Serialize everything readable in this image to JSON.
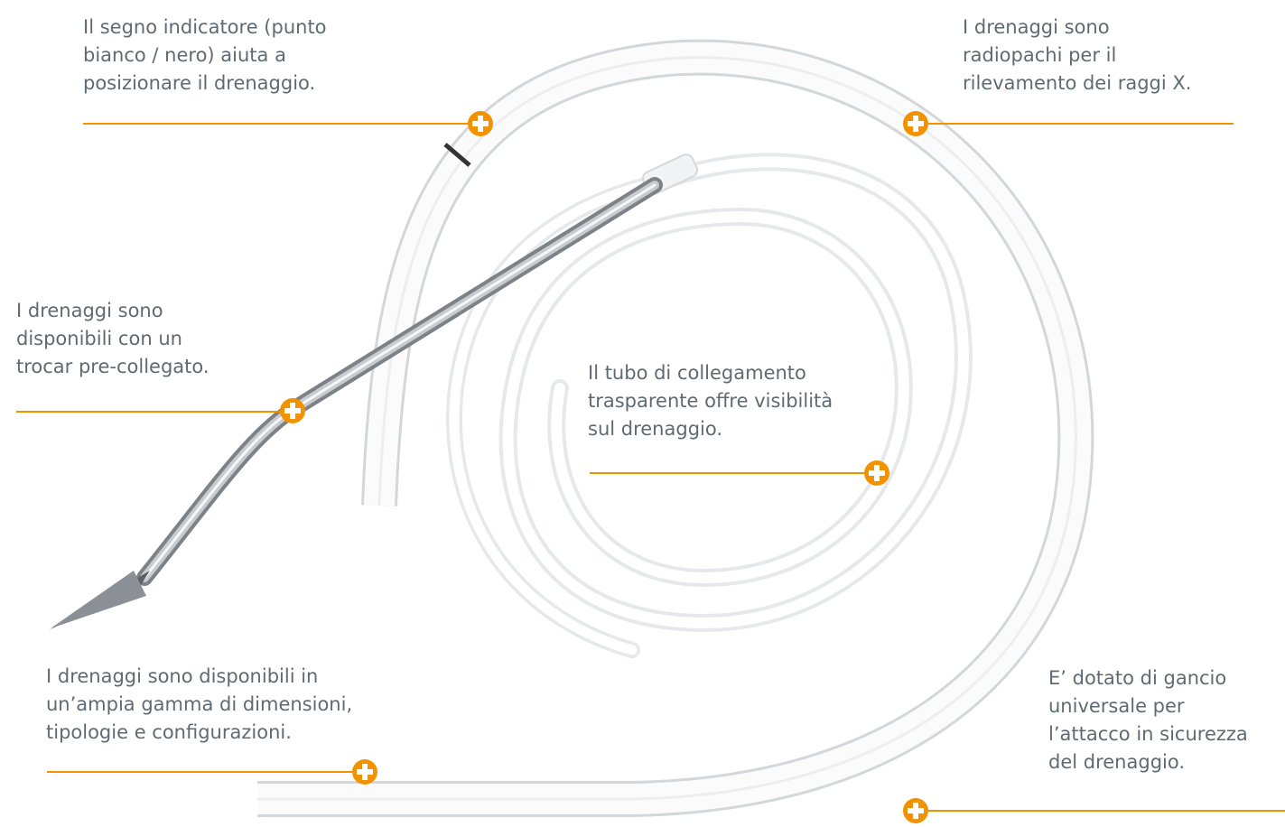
{
  "colors": {
    "accent": "#f39200",
    "text": "#5f6a72",
    "tube_outline": "#d6dadd",
    "needle": "#8a8f94"
  },
  "icons": {
    "marker": "plus-circle-icon"
  },
  "callouts": [
    {
      "id": "indicator-mark",
      "lines": [
        "Il segno indicatore (punto",
        "bianco / nero) aiuta a",
        "posizionare il drenaggio."
      ]
    },
    {
      "id": "radiopaque",
      "lines": [
        "I drenaggi sono",
        "radiopachi per il",
        "rilevamento dei raggi X."
      ]
    },
    {
      "id": "trocar",
      "lines": [
        "I drenaggi sono",
        "disponibili con un",
        "trocar pre-collegato."
      ]
    },
    {
      "id": "transparent-tube",
      "lines": [
        "Il tubo di collegamento",
        "trasparente offre visibilità",
        "sul drenaggio."
      ]
    },
    {
      "id": "sizes",
      "lines": [
        "I drenaggi sono disponibili in",
        "un’ampia gamma di dimensioni,",
        "tipologie e configurazioni."
      ]
    },
    {
      "id": "universal-hook",
      "lines": [
        "E’ dotato di gancio",
        "universale per",
        "l’attacco in sicurezza",
        "del drenaggio."
      ]
    }
  ]
}
